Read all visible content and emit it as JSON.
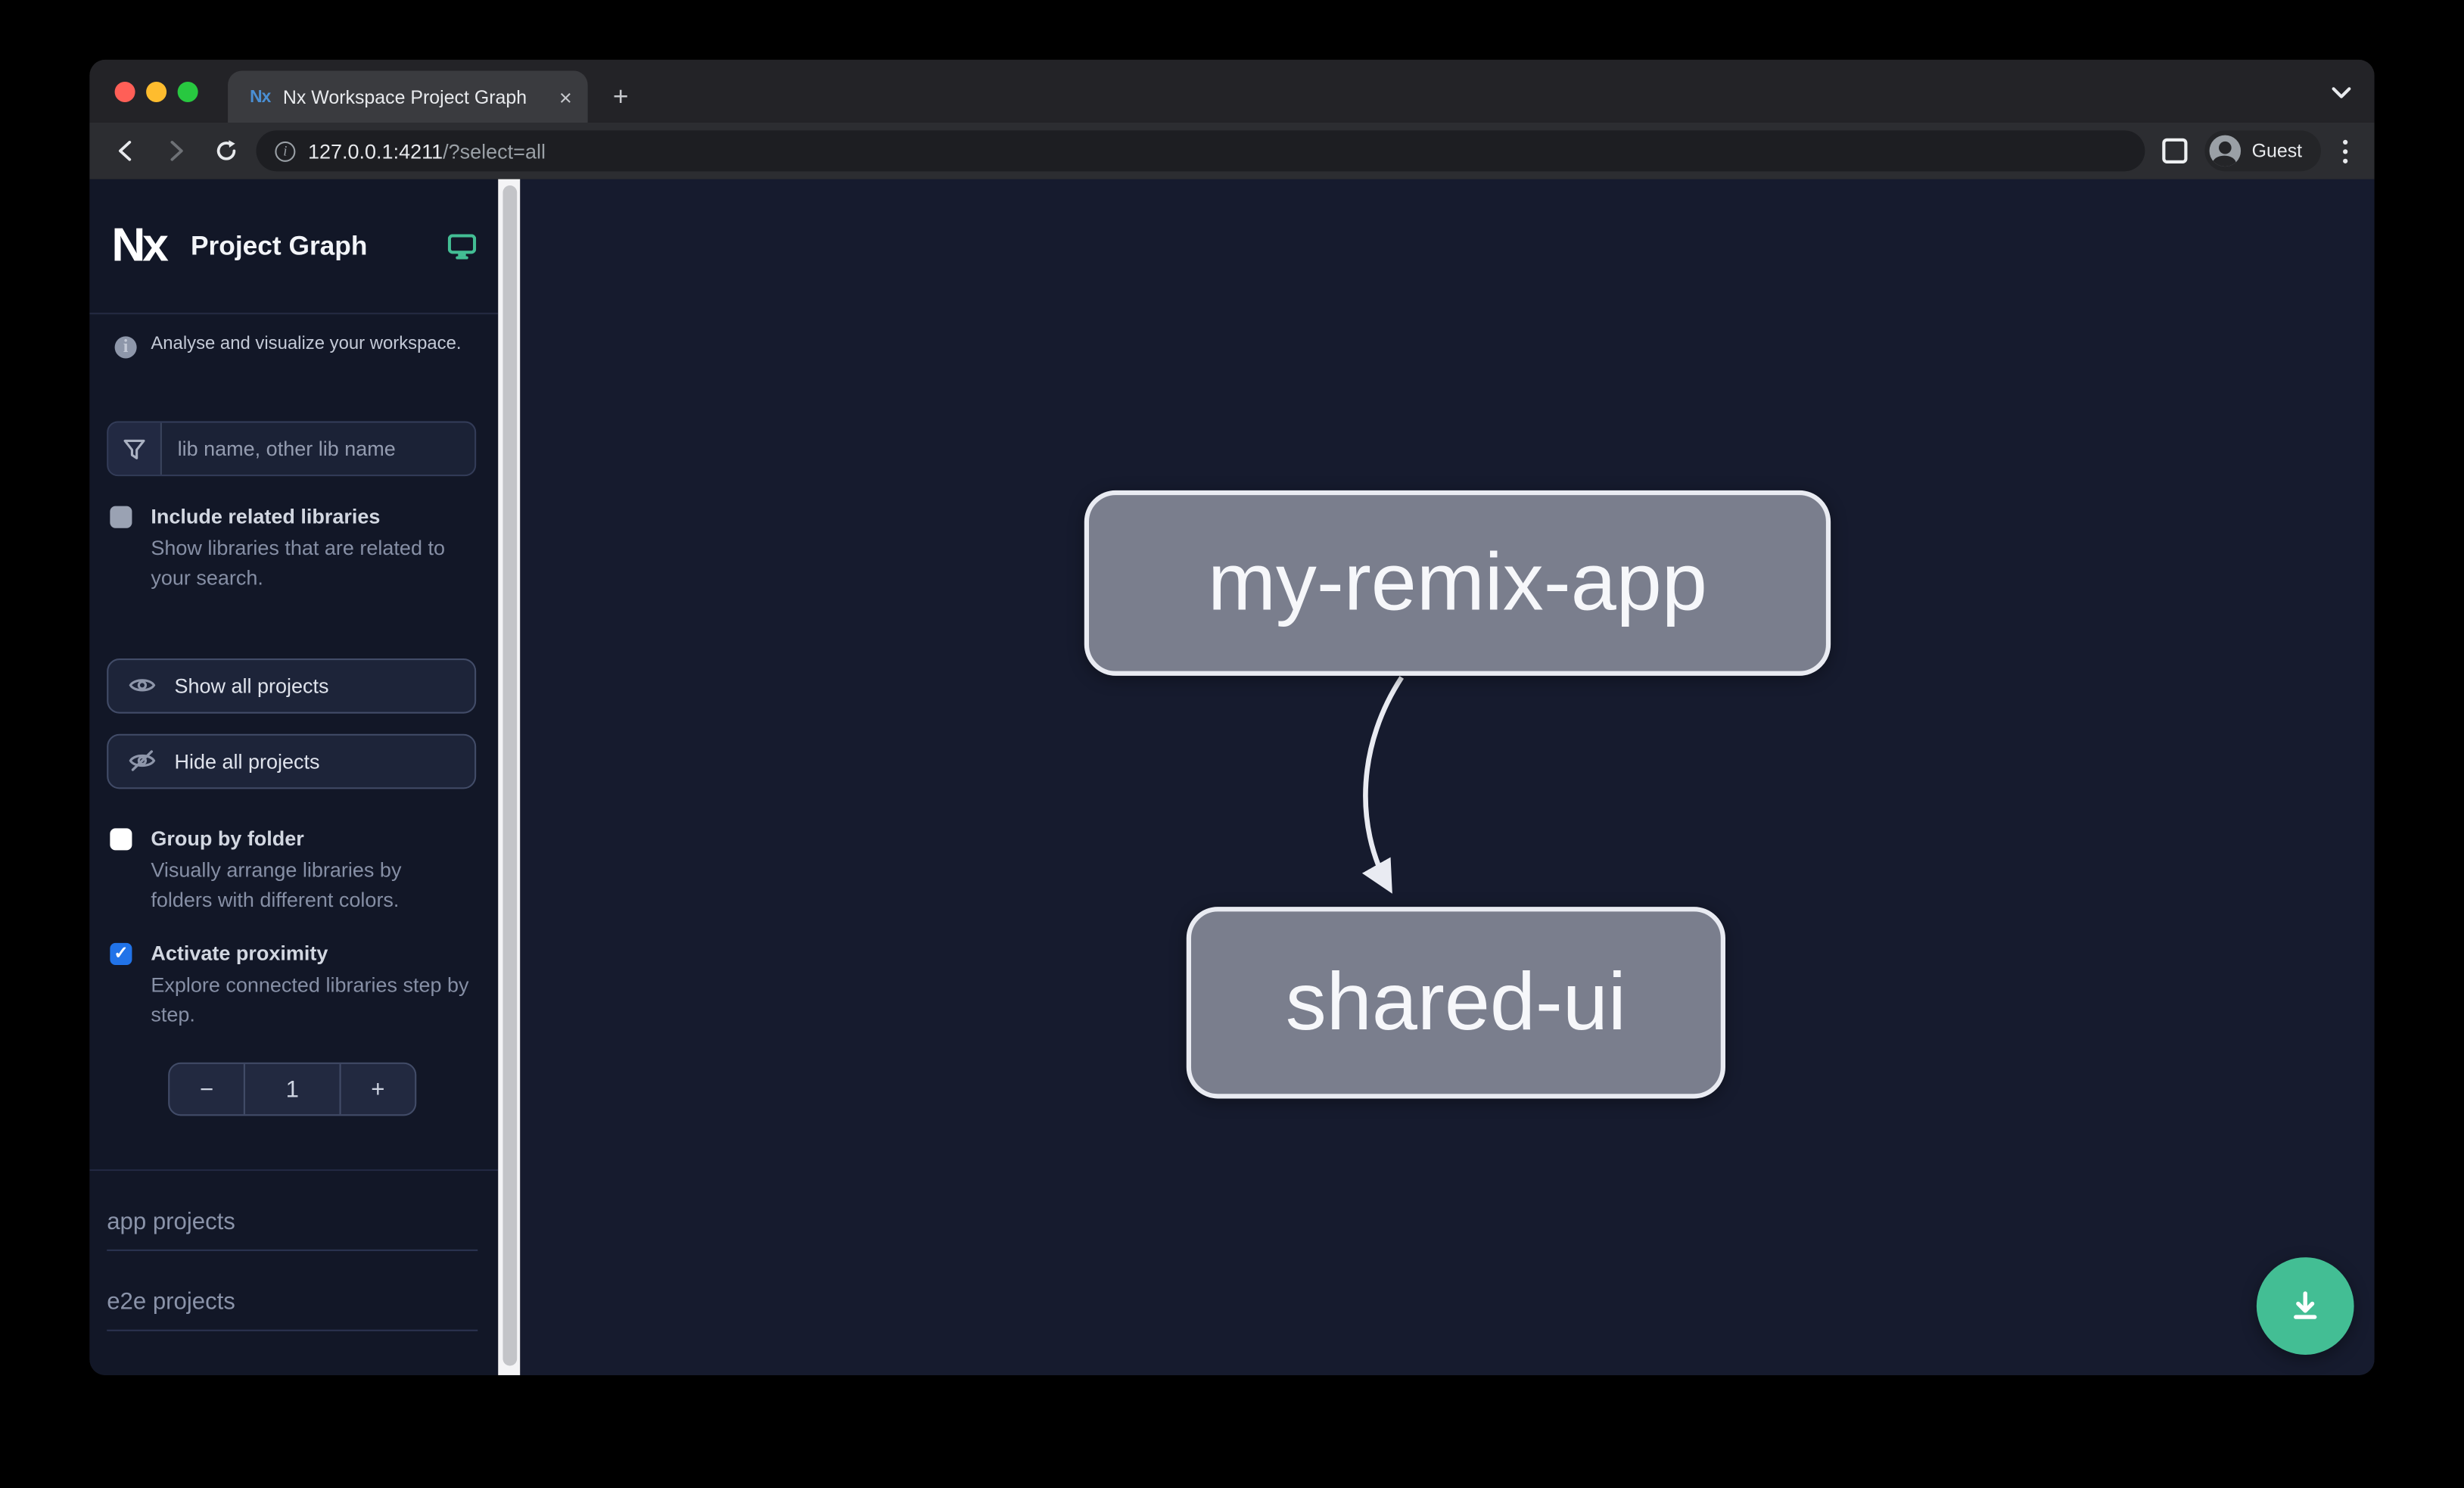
{
  "browser": {
    "tab_title": "Nx Workspace Project Graph",
    "tab_close": "×",
    "new_tab": "+",
    "favicon_text": "Nx",
    "url_host": "127.0.0.1:4211",
    "url_path": "/?select=all",
    "profile_label": "Guest"
  },
  "sidebar": {
    "app_title": "Project Graph",
    "tagline": "Analyse and visualize your workspace.",
    "search_placeholder": "lib name, other lib name",
    "include_related": {
      "label": "Include related libraries",
      "description": "Show libraries that are related to your search."
    },
    "show_all_label": "Show all projects",
    "hide_all_label": "Hide all projects",
    "group_by_folder": {
      "label": "Group by folder",
      "description": "Visually arrange libraries by folders with different colors."
    },
    "activate_proximity": {
      "label": "Activate proximity",
      "checked_glyph": "✓",
      "description": "Explore connected libraries step by step."
    },
    "proximity": {
      "decrement": "−",
      "value": "1",
      "increment": "+"
    },
    "sections": [
      {
        "label": "app projects"
      },
      {
        "label": "e2e projects"
      }
    ]
  },
  "graph": {
    "nodes": [
      {
        "id": "my-remix-app"
      },
      {
        "id": "shared-ui"
      }
    ],
    "edges": [
      {
        "source": "my-remix-app",
        "target": "shared-ui"
      }
    ]
  },
  "colors": {
    "accent_green": "#43be94",
    "checkbox_checked_blue": "#2173e8",
    "node_fill": "#7a7e8d",
    "node_border": "#e9ebf2",
    "sidebar_bg": "#121727",
    "canvas_bg": "#161b2e"
  }
}
